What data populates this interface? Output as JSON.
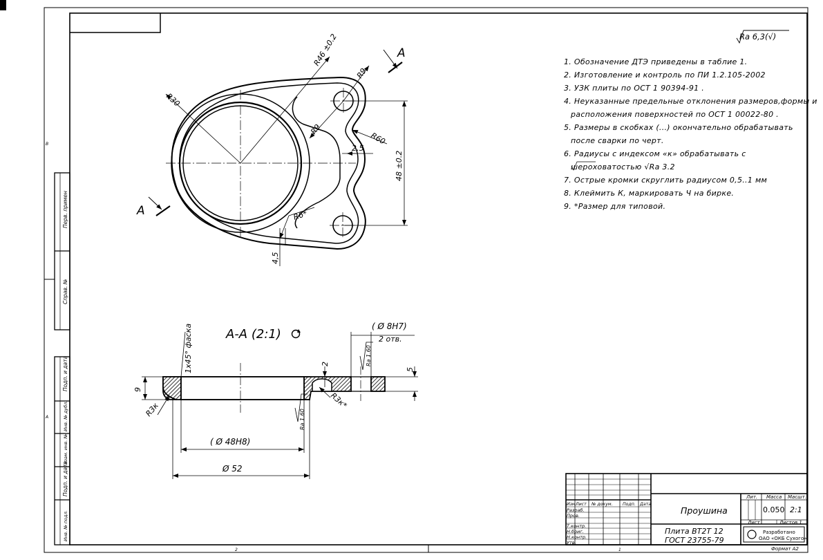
{
  "roughness": {
    "general": "Ra 6,3(√)"
  },
  "notes": [
    "1. Обозначение ДТЭ приведены в таблие 1.",
    "2. Изготовление и контроль по ПИ 1.2.105-2002",
    "3. УЗК плиты по ОСТ 1 90394-91 .",
    "4. Неуказанные предельные отклонения размеров,формы и",
    "расположения поверхностей по ОСТ 1 00022-80 .",
    "5. Размеры в скобках (...) окончательно обрабатывать",
    "после сварки по черт.",
    "6. Радиусы с индексом «к» обрабатывать с",
    "шероховатостью √Ra 3.2",
    "7. Острые кромки скруглить радиусом 0,5..1 мм",
    "8. Клеймить К, маркировать Ч на бирке.",
    "9. *Размер для типовой."
  ],
  "plan_view": {
    "dims": {
      "r46": "R46 ±0.2",
      "r9_top": "R9",
      "r30": "R30",
      "r9_inner": "R9",
      "r60": "R60",
      "d25": "2,5",
      "d48": "48 ±0.2",
      "r6": "R6*",
      "d45": "4,5"
    },
    "section_mark": "A"
  },
  "section_view": {
    "title": "A-A (2:1)",
    "dims": {
      "chamfer": "1x45° фаска",
      "hole": "( Ø 8H7)",
      "holes_count": "2 отв.",
      "ra_hole": "Ra 1.60",
      "d2": "2",
      "d5": "5",
      "d9": "9",
      "r3k": "R3к",
      "r3k2": "R3к*",
      "ra_bore": "Ra 1.60",
      "d48h8": "( Ø 48H8)",
      "d52": "Ø 52"
    }
  },
  "side_labels": [
    "Перв. примен",
    "Справ. №",
    "Подп. и дата",
    "Инв. № дубл.",
    "Взам. инв. №",
    "Подп. и дата",
    "Инв. № подл."
  ],
  "zone_marks": {
    "b": "В",
    "a": "А",
    "z2": "2",
    "z1": "1"
  },
  "title_block": {
    "headers": [
      "Изм.",
      "Лист",
      "№ докум.",
      "Подп.",
      "Дата"
    ],
    "roles": [
      "Разраб.",
      "Пров.",
      "Т.контр.",
      "Н.бриг.",
      "Н.контр.",
      "Утв."
    ],
    "part_name": "Проушина",
    "material_1": "Плита ВТ2Т 12",
    "material_2": "ГОСТ 23755-79",
    "lit_label": "Лит.",
    "mass_label": "Масса",
    "scale_label": "Масшт.",
    "mass": "0.050",
    "scale": "2:1",
    "sheet_label": "Лист",
    "sheets_label": "Листов 1",
    "company_1": "Разработано",
    "company_2": "ОАО «ОКБ Сухого»",
    "format": "Формат А2"
  }
}
